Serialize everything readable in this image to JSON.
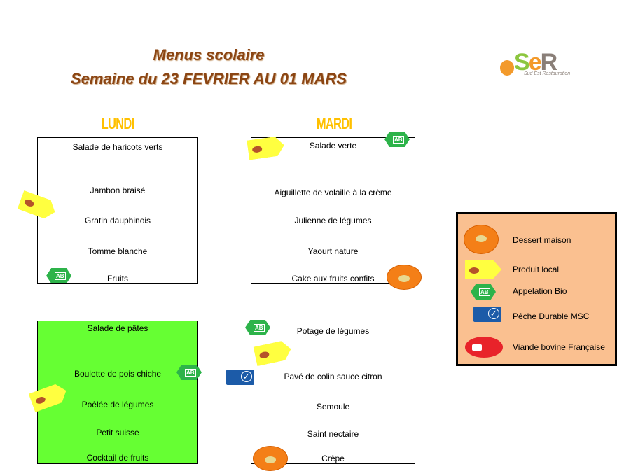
{
  "header": {
    "title": "Menus scolaire",
    "subtitle": "Semaine du 23 FEVRIER AU 01 MARS",
    "logo": "SeR",
    "logo_tagline": "Sud Est Restauration"
  },
  "days": [
    {
      "name": "LUNDI",
      "items": [
        "Salade de haricots verts",
        "Jambon braisé",
        "Gratin dauphinois",
        "Tomme blanche",
        "Fruits"
      ]
    },
    {
      "name": "MARDI",
      "items": [
        "Salade verte",
        "Aiguillette de volaille à la crème",
        "Julienne de légumes",
        "Yaourt nature",
        "Cake aux fruits confits"
      ]
    },
    {
      "name": "",
      "items": [
        "Salade de pâtes",
        "Boulette de pois chiche",
        "Poêlée de légumes",
        "Petit suisse",
        "Cocktail de fruits"
      ]
    },
    {
      "name": "",
      "items": [
        "Potage de légumes",
        "Pavé de colin sauce citron",
        "Semoule",
        "Saint nectaire",
        "Crêpe"
      ]
    }
  ],
  "legend": [
    {
      "icon": "dessert-maison-badge",
      "label": "Dessert maison"
    },
    {
      "icon": "produit-local-badge",
      "label": "Produit local"
    },
    {
      "icon": "bio-badge",
      "label": "Appelation Bio"
    },
    {
      "icon": "msc-badge",
      "label": "Pêche Durable MSC"
    },
    {
      "icon": "french-beef-badge",
      "label": "Viande bovine Française"
    }
  ],
  "colors": {
    "title": "#8b4513",
    "day": "#ffc000",
    "highlight_box": "#66ff33",
    "legend_bg": "#fac090"
  }
}
